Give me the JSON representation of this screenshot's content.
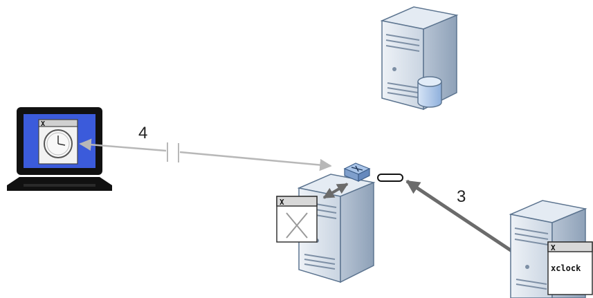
{
  "labels": {
    "connection_4": "4",
    "connection_3": "3"
  },
  "x_window_title": "X",
  "remote_app": {
    "title_mark": "X",
    "name": "xclock"
  },
  "colors": {
    "server_body": "#dbe4ee",
    "server_outline": "#5d7590",
    "screen_blue": "#3b5bdb",
    "link_gray": "#b8b8b8",
    "link_dark": "#6b6b6b",
    "database": "#a9c4e8"
  },
  "icons": [
    "laptop-icon",
    "clock-icon",
    "server-icon",
    "database-icon",
    "router-icon",
    "x-window-icon"
  ]
}
